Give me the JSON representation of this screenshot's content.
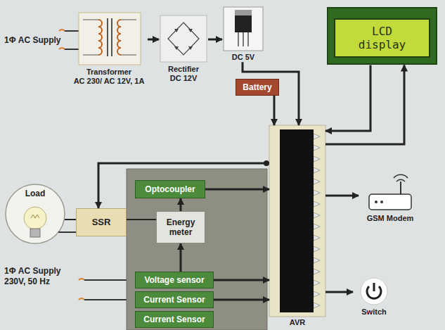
{
  "diagram": {
    "nodes": [
      {
        "text": [
          "Transformer",
          "AC 230/ AC 12V, 1A"
        ]
      },
      {
        "text": [
          "Rectifier",
          "DC 12V"
        ]
      },
      {
        "text": [
          "DC 5V"
        ]
      },
      {
        "text": [
          "LCD display"
        ]
      },
      {
        "text": [
          "Battery"
        ]
      },
      {
        "text": [
          "AVR"
        ]
      },
      {
        "text": [
          "Load"
        ]
      },
      {
        "text": [
          "SSR"
        ]
      },
      {
        "text": [
          "Optocoupler"
        ]
      },
      {
        "text": [
          "Energy meter"
        ]
      },
      {
        "text": [
          "Voltage sensor"
        ]
      },
      {
        "text": [
          "Current Sensor"
        ]
      },
      {
        "text": [
          "Current Sensor"
        ]
      },
      {
        "text": [
          "GSM Modem"
        ]
      },
      {
        "text": [
          "Switch"
        ]
      }
    ],
    "edges": [
      {
        "from": 0,
        "to": 1,
        "arrow": "to"
      },
      {
        "from": 1,
        "to": 2,
        "arrow": "to"
      },
      {
        "from": 2,
        "to": 5,
        "arrow": "to"
      },
      {
        "from": 4,
        "to": 5,
        "arrow": "to"
      },
      {
        "from": 3,
        "to": 5,
        "arrow": "to"
      },
      {
        "from": 5,
        "to": 3,
        "arrow": "to"
      },
      {
        "from": 5,
        "to": 13,
        "arrow": "to"
      },
      {
        "from": 5,
        "to": 14,
        "arrow": "to"
      },
      {
        "from": 8,
        "to": 5,
        "arrow": "to"
      },
      {
        "from": 9,
        "to": 8,
        "arrow": "to"
      },
      {
        "from": 10,
        "to": 9,
        "arrow": "to"
      },
      {
        "from": 10,
        "to": 5,
        "arrow": "to"
      },
      {
        "from": 11,
        "to": 5,
        "arrow": "to"
      },
      {
        "from": 5,
        "to": 7,
        "arrow": "to"
      },
      {
        "from": 7,
        "to": 6,
        "arrow": "none"
      },
      {
        "from": 7,
        "to": 9,
        "arrow": "none"
      }
    ],
    "labels": [
      "1Φ AC Supply",
      "1Φ AC Supply 230V, 50 Hz"
    ]
  }
}
